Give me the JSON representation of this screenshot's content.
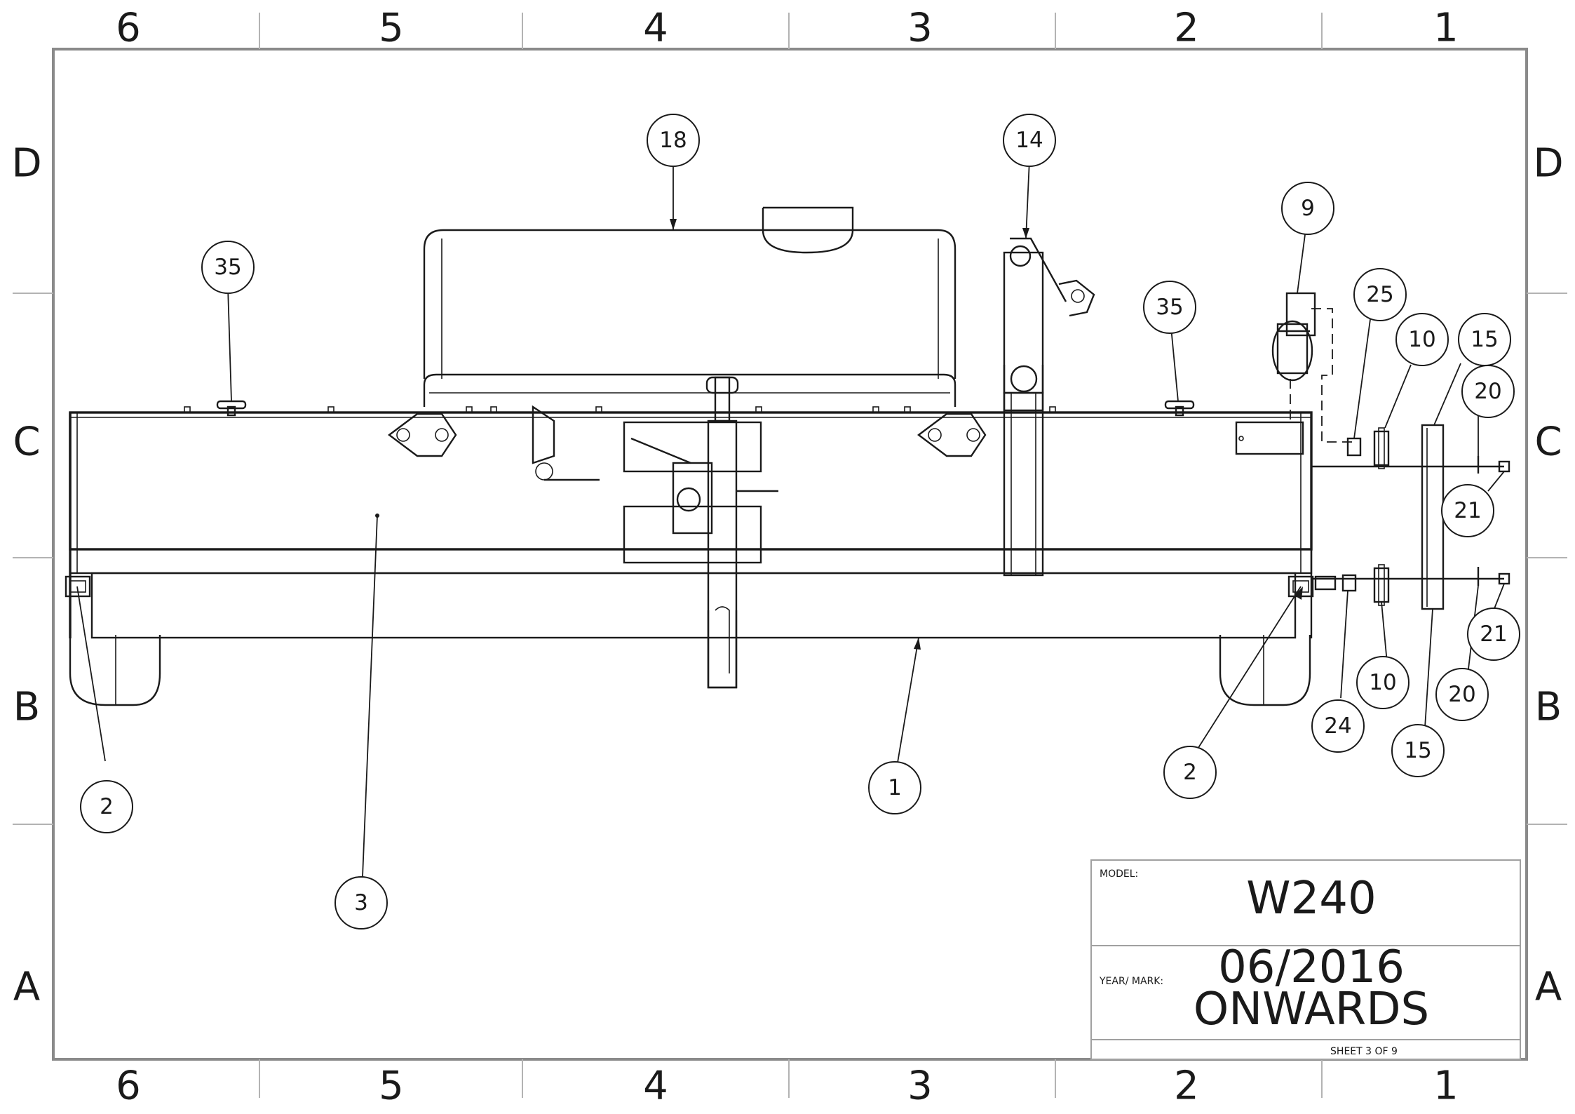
{
  "zones": {
    "columns": [
      "6",
      "5",
      "4",
      "3",
      "2",
      "1"
    ],
    "rows": [
      "D",
      "C",
      "B",
      "A"
    ]
  },
  "balloons": {
    "b18": "18",
    "b14": "14",
    "b9": "9",
    "b35_left": "35",
    "b35_right": "35",
    "b25": "25",
    "b10_top": "10",
    "b15_top": "15",
    "b20_top": "20",
    "b21_top": "21",
    "b21_bottom": "21",
    "b20_bottom": "20",
    "b15_bottom": "15",
    "b10_bottom": "10",
    "b24": "24",
    "b2_left": "2",
    "b2_right": "2",
    "b1": "1",
    "b3": "3"
  },
  "title_block": {
    "model_label": "MODEL:",
    "model_value": "W240",
    "year_label": "YEAR/ MARK:",
    "year_value_line1": "06/2016",
    "year_value_line2": "ONWARDS",
    "sheet": "SHEET 3 OF 9"
  }
}
